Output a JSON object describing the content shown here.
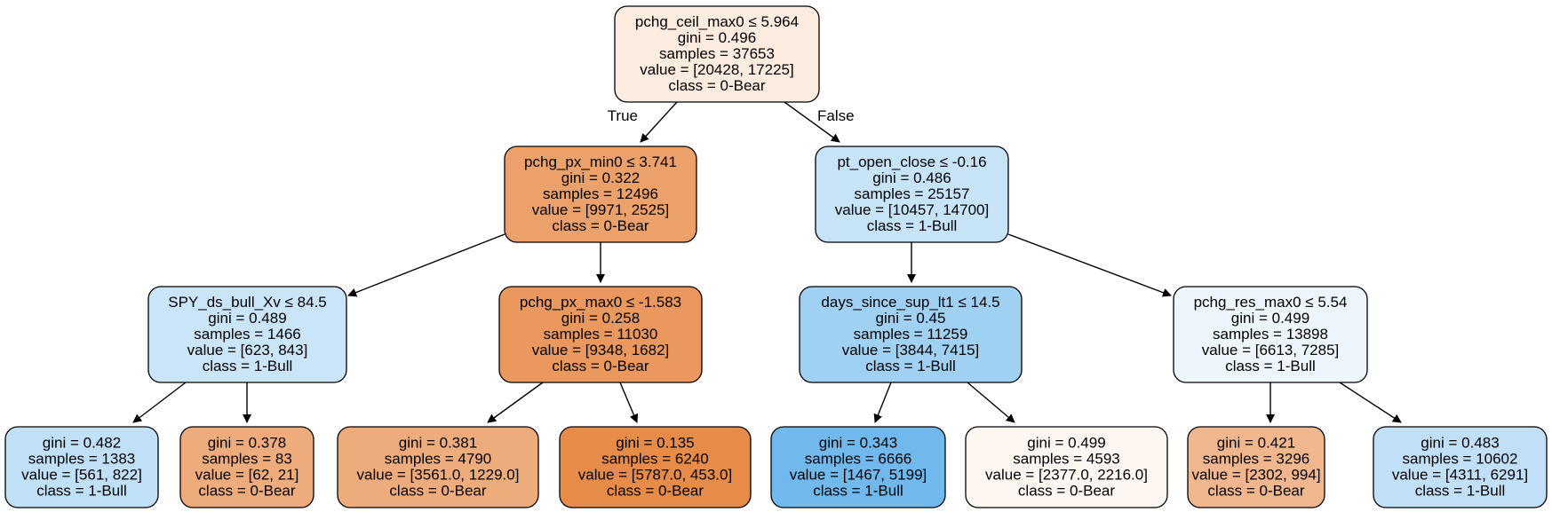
{
  "tree": {
    "nodes": [
      {
        "id": "n0",
        "lines": [
          "pchg_ceil_max0 ≤ 5.964",
          "gini = 0.496",
          "samples = 37653",
          "value = [20428, 17225]",
          "class = 0-Bear"
        ],
        "fill": "#fcebdf"
      },
      {
        "id": "n1",
        "lines": [
          "pchg_px_min0 ≤ 3.741",
          "gini = 0.322",
          "samples = 12496",
          "value = [9971, 2525]",
          "class = 0-Bear"
        ],
        "fill": "#eca16b"
      },
      {
        "id": "n2",
        "lines": [
          "pt_open_close ≤ -0.16",
          "gini = 0.486",
          "samples = 25157",
          "value = [10457, 14700]",
          "class = 1-Bull"
        ],
        "fill": "#c6e3f7"
      },
      {
        "id": "n3",
        "lines": [
          "SPY_ds_bull_Xv ≤ 84.5",
          "gini = 0.489",
          "samples = 1466",
          "value = [623, 843]",
          "class = 1-Bull"
        ],
        "fill": "#cbe5f8"
      },
      {
        "id": "n4",
        "lines": [
          "pchg_px_max0 ≤ -1.583",
          "gini = 0.258",
          "samples = 11030",
          "value = [9348, 1682]",
          "class = 0-Bear"
        ],
        "fill": "#ea985d"
      },
      {
        "id": "n5",
        "lines": [
          "days_since_sup_lt1 ≤ 14.5",
          "gini = 0.45",
          "samples = 11259",
          "value = [3844, 7415]",
          "class = 1-Bull"
        ],
        "fill": "#a0d0f2"
      },
      {
        "id": "n6",
        "lines": [
          "pchg_res_max0 ≤ 5.54",
          "gini = 0.499",
          "samples = 13898",
          "value = [6613, 7285]",
          "class = 1-Bull"
        ],
        "fill": "#edf6fd"
      },
      {
        "id": "n7",
        "lines": [
          "gini = 0.482",
          "samples = 1383",
          "value = [561, 822]",
          "class = 1-Bull"
        ],
        "fill": "#c0e0f7"
      },
      {
        "id": "n8",
        "lines": [
          "gini = 0.378",
          "samples = 83",
          "value = [62, 21]",
          "class = 0-Bear"
        ],
        "fill": "#eeac7c"
      },
      {
        "id": "n9",
        "lines": [
          "gini = 0.381",
          "samples = 4790",
          "value = [3561.0, 1229.0]",
          "class = 0-Bear"
        ],
        "fill": "#eeac7d"
      },
      {
        "id": "n10",
        "lines": [
          "gini = 0.135",
          "samples = 6240",
          "value = [5787.0, 453.0]",
          "class = 0-Bear"
        ],
        "fill": "#e78b48"
      },
      {
        "id": "n11",
        "lines": [
          "gini = 0.343",
          "samples = 6666",
          "value = [1467, 5199]",
          "class = 1-Bull"
        ],
        "fill": "#71b9ec"
      },
      {
        "id": "n12",
        "lines": [
          "gini = 0.499",
          "samples = 4593",
          "value = [2377.0, 2216.0]",
          "class = 0-Bear"
        ],
        "fill": "#fdf6f1"
      },
      {
        "id": "n13",
        "lines": [
          "gini = 0.421",
          "samples = 3296",
          "value = [2302, 994]",
          "class = 0-Bear"
        ],
        "fill": "#f0b78e"
      },
      {
        "id": "n14",
        "lines": [
          "gini = 0.483",
          "samples = 10602",
          "value = [4311, 6291]",
          "class = 1-Bull"
        ],
        "fill": "#c1e0f7"
      }
    ],
    "edges": [
      {
        "from": "n0",
        "to": "n1",
        "label": "True"
      },
      {
        "from": "n0",
        "to": "n2",
        "label": "False"
      },
      {
        "from": "n1",
        "to": "n3"
      },
      {
        "from": "n1",
        "to": "n4"
      },
      {
        "from": "n2",
        "to": "n5"
      },
      {
        "from": "n2",
        "to": "n6"
      },
      {
        "from": "n3",
        "to": "n7"
      },
      {
        "from": "n3",
        "to": "n8"
      },
      {
        "from": "n4",
        "to": "n9"
      },
      {
        "from": "n4",
        "to": "n10"
      },
      {
        "from": "n5",
        "to": "n11"
      },
      {
        "from": "n5",
        "to": "n12"
      },
      {
        "from": "n6",
        "to": "n13"
      },
      {
        "from": "n6",
        "to": "n14"
      }
    ]
  }
}
